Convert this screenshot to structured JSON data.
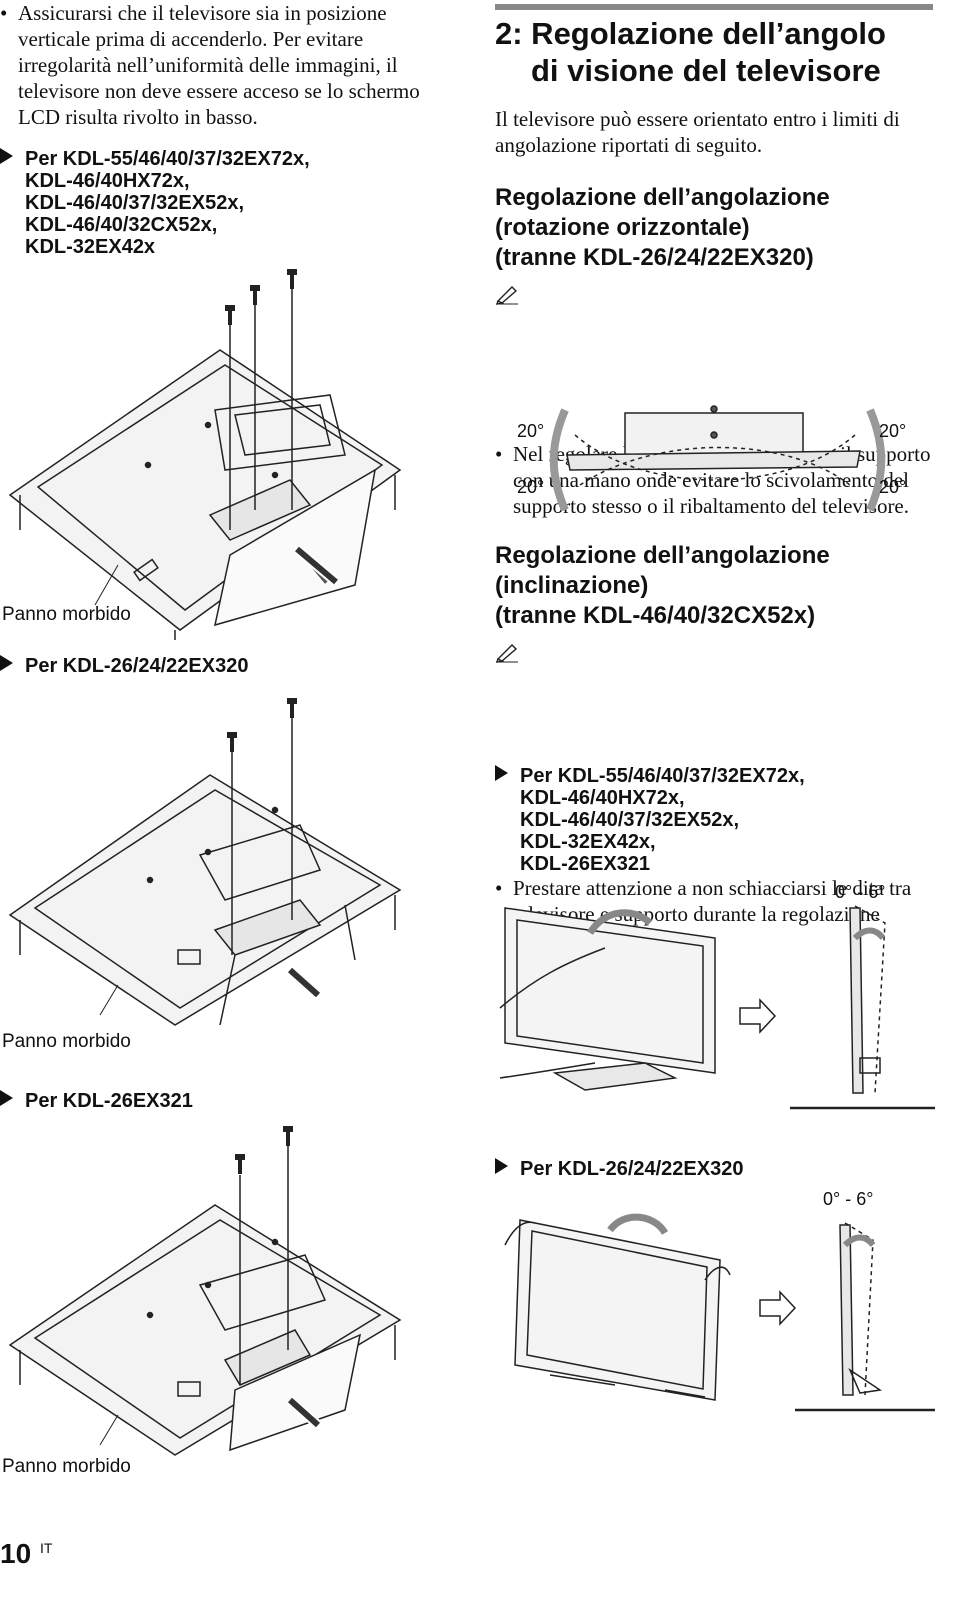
{
  "left": {
    "intro": "Assicurarsi che il televisore sia in posizione verticale prima di accenderlo. Per evitare irregolarità nell’uniformità delle immagini, il televisore non deve essere acceso se lo schermo LCD risulta rivolto in basso.",
    "model_head_1": [
      "Per KDL-55/46/40/37/32EX72x,",
      "KDL-46/40HX72x,",
      "KDL-46/40/37/32EX52x,",
      "KDL-46/40/32CX52x,",
      "KDL-32EX42x"
    ],
    "caption_1": "Panno morbido",
    "model_head_2": "Per KDL-26/24/22EX320",
    "caption_2": "Panno morbido",
    "model_head_3": "Per KDL-26EX321",
    "caption_3": "Panno morbido"
  },
  "right": {
    "title": [
      "2: Regolazione dell’angolo",
      "di visione del televisore"
    ],
    "intro": "Il televisore può essere orientato entro i limiti di angolazione riportati di seguito.",
    "swivel_head": [
      "Regolazione dell’angolazione",
      "(rotazione orizzontale)",
      "(tranne KDL-26/24/22EX320)"
    ],
    "swivel_note": "Nel regolare l’angolazione, mantenere il supporto con una mano onde evitare lo scivolamento del supporto stesso o il ribaltamento del televisore.",
    "swivel_angles": [
      "20°",
      "20°",
      "20°",
      "20°"
    ],
    "tilt_head": [
      "Regolazione dell’angolazione",
      "(inclinazione)",
      "(tranne KDL-46/40/32CX52x)"
    ],
    "tilt_note": "Prestare attenzione a non schiacciarsi le dita tra televisore e supporto durante la regolazione dell’angolazione.",
    "tilt_model_head_1": [
      "Per KDL-55/46/40/37/32EX72x,",
      "KDL-46/40HX72x,",
      "KDL-46/40/37/32EX52x,",
      "KDL-32EX42x,",
      "KDL-26EX321"
    ],
    "tilt_range_1": "0° - 6°",
    "tilt_model_head_2": "Per KDL-26/24/22EX320",
    "tilt_range_2": "0° - 6°"
  },
  "footer": {
    "page_number": "10",
    "lang": "IT"
  },
  "icons": [
    "bullet-triangle-icon",
    "note-pencil-icon",
    "screw-icon",
    "outline-arrow-icon"
  ]
}
